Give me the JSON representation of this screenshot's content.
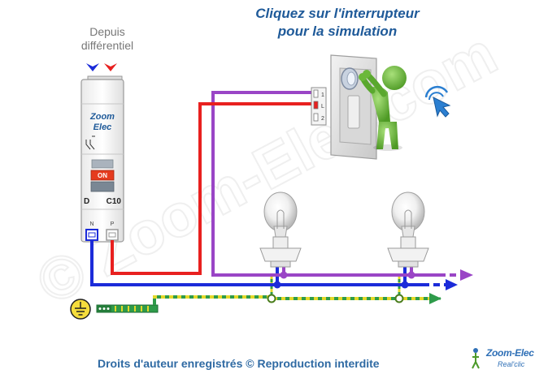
{
  "instruction_line1": "Cliquez sur l'interrupteur",
  "instruction_line2": "pour la simulation",
  "source_line1": "Depuis",
  "source_line2": "différentiel",
  "breaker": {
    "brand_line1": "Zoom",
    "brand_line2": "Elec",
    "state": "ON",
    "curve": "D",
    "rating": "C10",
    "terminal_neutral": "N",
    "terminal_phase": "P"
  },
  "switch_terminals": [
    "1",
    "L",
    "2"
  ],
  "watermark": "© Zoom-Elec.com",
  "copyright": "Droits d'auteur enregistrés © Reproduction interdite",
  "logo_name": "Zoom-Elec",
  "logo_sub": "Real'clic",
  "icons": [
    "lamp-icon",
    "switch-icon",
    "figure-icon",
    "click-hand-icon",
    "ground-symbol-icon"
  ],
  "colors": {
    "phase": "#e8201f",
    "neutral": "#1b2bd9",
    "switched": "#9a45c6",
    "earth_green": "#2e9b4a",
    "earth_yellow": "#e4d829",
    "title": "#1f5a99"
  }
}
